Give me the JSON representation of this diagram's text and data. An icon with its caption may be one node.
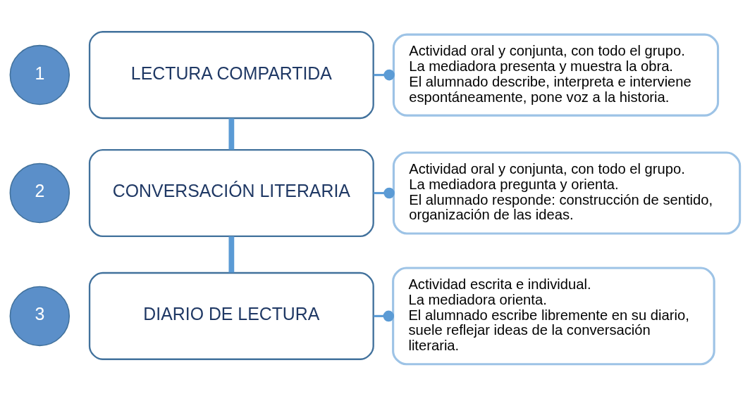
{
  "diagram": {
    "nodes": [
      {
        "text": [
          "1"
        ]
      },
      {
        "text": [
          "LECTURA COMPARTIDA"
        ]
      },
      {
        "text": [
          "Actividad oral y conjunta, con todo el grupo.",
          "La mediadora presenta y muestra la obra.",
          "El alumnado describe, interpreta e interviene espontáneamente, pone voz a la historia."
        ]
      },
      {
        "text": [
          "2"
        ]
      },
      {
        "text": [
          "CONVERSACIÓN LITERARIA"
        ]
      },
      {
        "text": [
          "Actividad oral y conjunta, con todo el grupo.",
          "La mediadora pregunta y orienta.",
          "El alumnado responde: construcción de sentido, organización de las ideas."
        ]
      },
      {
        "text": [
          "3"
        ]
      },
      {
        "text": [
          "DIARIO DE LECTURA"
        ]
      },
      {
        "text": [
          "Actividad escrita e individual.",
          "La mediadora orienta.",
          "El alumnado escribe libremente en su diario, suele reflejar ideas de la conversación literaria."
        ]
      }
    ],
    "edges": [
      {
        "from": 1,
        "to": 2,
        "arrow": "other"
      },
      {
        "from": 4,
        "to": 5,
        "arrow": "other"
      },
      {
        "from": 7,
        "to": 8,
        "arrow": "other"
      },
      {
        "from": 1,
        "to": 4,
        "arrow": "none",
        "style": "thick"
      },
      {
        "from": 4,
        "to": 7,
        "arrow": "none",
        "style": "thick"
      }
    ]
  }
}
